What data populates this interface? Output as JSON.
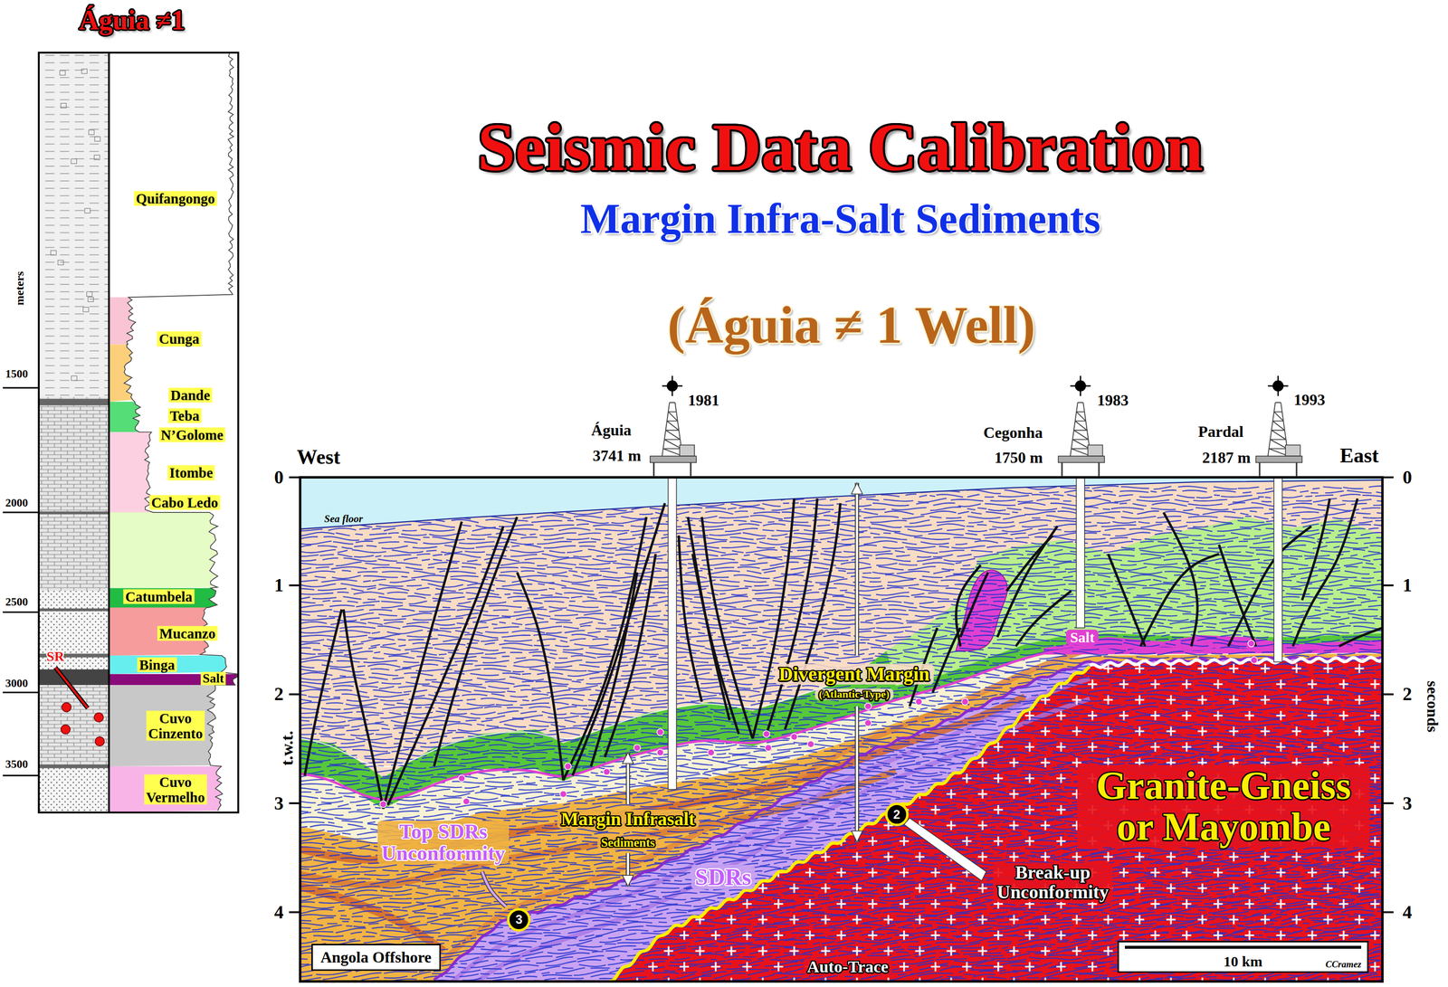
{
  "diagram": {
    "title": "Seismic Data Calibration",
    "nodes": [
      {
        "text": [
          "Angola Offshore"
        ]
      },
      {
        "text": [
          "10 km",
          "CCramez"
        ]
      },
      {
        "text": [
          "2"
        ]
      },
      {
        "text": [
          "3"
        ]
      }
    ],
    "labels": [
      "Águia ≠1",
      "meters",
      "1500",
      "2000",
      "2500",
      "3000",
      "3500",
      "Quifangongo",
      "Cunga",
      "Dande",
      "Teba",
      "N’Golome",
      "Itombe",
      "Cabo Ledo",
      "Catumbela",
      "Mucanzo",
      "Binga",
      "Salt",
      "Cuvo Cinzento",
      "Cuvo Vermelho",
      "SR",
      "Margin Infra-Salt Sediments",
      "(Águia ≠ 1 Well)",
      "1981",
      "Águia",
      "3741 m",
      "1983",
      "Cegonha",
      "1750 m",
      "1993",
      "Pardal",
      "2187 m",
      "West",
      "East",
      "0",
      "1",
      "2",
      "3",
      "4",
      "0",
      "1",
      "2",
      "3",
      "4",
      "t.w.t.",
      "seconds",
      "Sea floor",
      "Divergent Margin",
      "(Atlantic-Type)",
      "Salt",
      "Margin Infrasalt",
      "Sediments",
      "Top SDRs Unconformity",
      "SDRs",
      "Granite-Gneiss or Mayombe",
      "Break-up Unconformity",
      "Auto-Trace"
    ]
  }
}
